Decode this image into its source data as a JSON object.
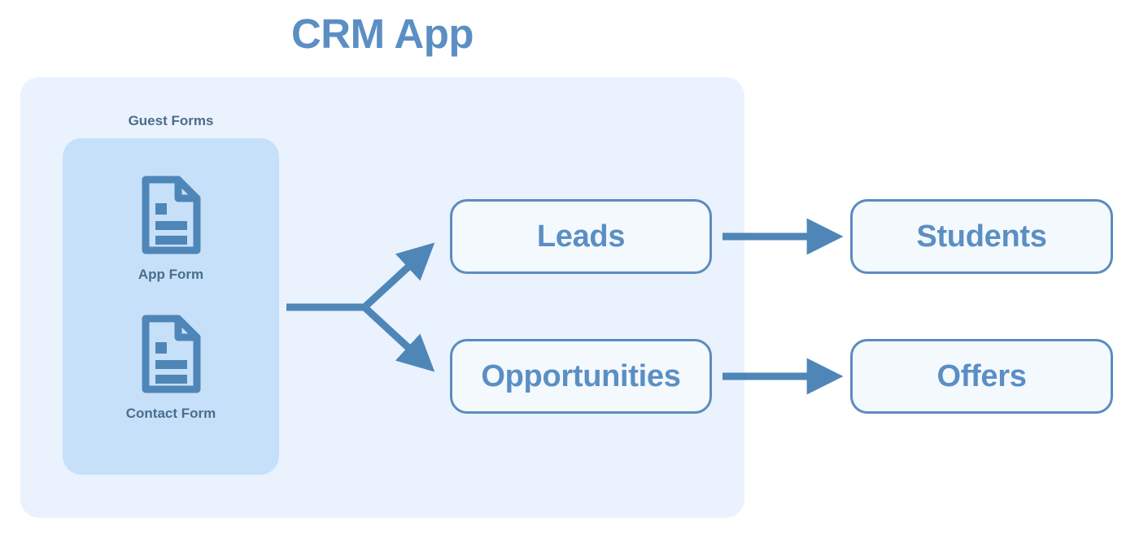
{
  "diagram": {
    "title": "CRM App",
    "title_color": "#5b8fc4",
    "accent_color": "#4f86b8",
    "box_border_color": "#5b8cbf",
    "box_fill_color": "#f4f9fe",
    "outer_panel_color": "#eaf2fd",
    "inner_panel_color": "#c7e0f9",
    "label_color": "#4a6d8c",
    "group": {
      "label": "Guest Forms",
      "items": [
        {
          "icon": "document-icon",
          "caption": "App Form"
        },
        {
          "icon": "document-icon",
          "caption": "Contact Form"
        }
      ]
    },
    "nodes": [
      {
        "id": "leads",
        "label": "Leads"
      },
      {
        "id": "opportunities",
        "label": "Opportunities"
      },
      {
        "id": "students",
        "label": "Students"
      },
      {
        "id": "offers",
        "label": "Offers"
      }
    ],
    "connections": [
      {
        "from": "guest-forms",
        "to": "leads",
        "style": "branch-arrow"
      },
      {
        "from": "guest-forms",
        "to": "opportunities",
        "style": "branch-arrow"
      },
      {
        "from": "leads",
        "to": "students",
        "style": "straight-arrow"
      },
      {
        "from": "opportunities",
        "to": "offers",
        "style": "straight-arrow"
      }
    ]
  }
}
